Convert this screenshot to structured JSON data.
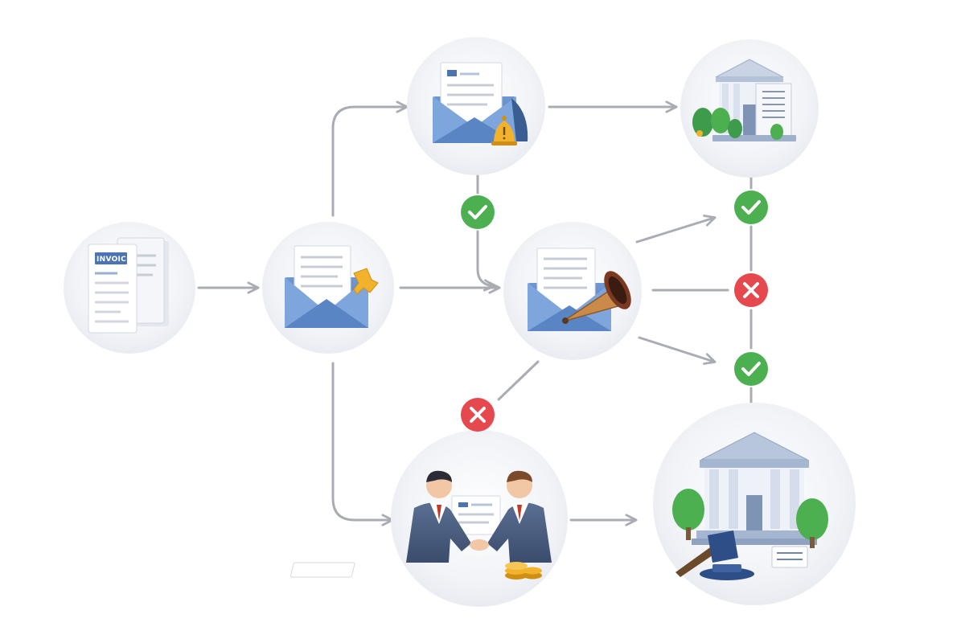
{
  "diagram": {
    "nodes": [
      {
        "id": "invoice",
        "icon": "invoice-document-icon",
        "label": "INVOICE"
      },
      {
        "id": "email-initial",
        "icon": "envelope-with-document-icon"
      },
      {
        "id": "email-reminder",
        "icon": "envelope-with-bell-icon"
      },
      {
        "id": "email-final",
        "icon": "envelope-with-megaphone-icon"
      },
      {
        "id": "negotiation",
        "icon": "handshake-icon"
      },
      {
        "id": "court-top",
        "icon": "courthouse-icon"
      },
      {
        "id": "court-bottom",
        "icon": "courthouse-with-gavel-icon"
      }
    ],
    "decisions": [
      {
        "id": "ok-after-reminder",
        "status": "success",
        "icon": "check-circle-icon"
      },
      {
        "id": "ok-top-right",
        "status": "success",
        "icon": "check-circle-icon"
      },
      {
        "id": "fail-middle-right",
        "status": "failure",
        "icon": "x-circle-icon"
      },
      {
        "id": "ok-bottom-right",
        "status": "success",
        "icon": "check-circle-icon"
      },
      {
        "id": "fail-bottom-middle",
        "status": "failure",
        "icon": "x-circle-icon"
      }
    ],
    "colors": {
      "success": "#4caf50",
      "failure": "#e5484d",
      "connector": "#a9acb3",
      "envelope": "#5b86c5",
      "accent": "#f2b22c"
    }
  }
}
